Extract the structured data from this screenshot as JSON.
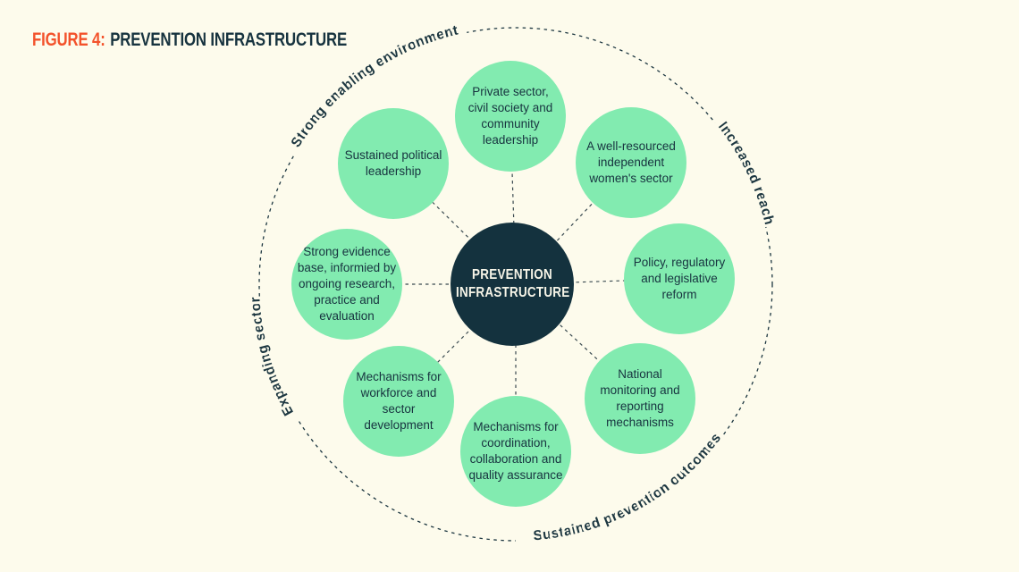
{
  "figure": {
    "label": "FIGURE 4:",
    "title": "PREVENTION INFRASTRUCTURE"
  },
  "center": {
    "label": "PREVENTION INFRASTRUCTURE"
  },
  "ring_labels": {
    "top": "Strong enabling environment",
    "right": "Increased reach",
    "bottom": "Sustained prevention outcomes",
    "left": "Expanding sector"
  },
  "nodes": [
    {
      "position": "top",
      "label": "Private sector, civil society and community leadership"
    },
    {
      "position": "top-right",
      "label": "A well-resourced independent women's sector"
    },
    {
      "position": "right",
      "label": "Policy, regulatory and legislative reform"
    },
    {
      "position": "bottom-right",
      "label": "National monitoring and reporting mechanisms"
    },
    {
      "position": "bottom",
      "label": "Mechanisms for coordination, collaboration and quality assurance"
    },
    {
      "position": "bottom-left",
      "label": "Mechanisms for workforce and sector development"
    },
    {
      "position": "left",
      "label": "Strong evidence base, informied by ongoing research, practice and evaluation"
    },
    {
      "position": "top-left",
      "label": "Sustained political leadership"
    }
  ],
  "colors": {
    "background": "#FDFBEC",
    "node_fill": "#82EBB0",
    "center_fill": "#14323E",
    "text_dark": "#17333F",
    "accent_orange": "#F3522B"
  }
}
